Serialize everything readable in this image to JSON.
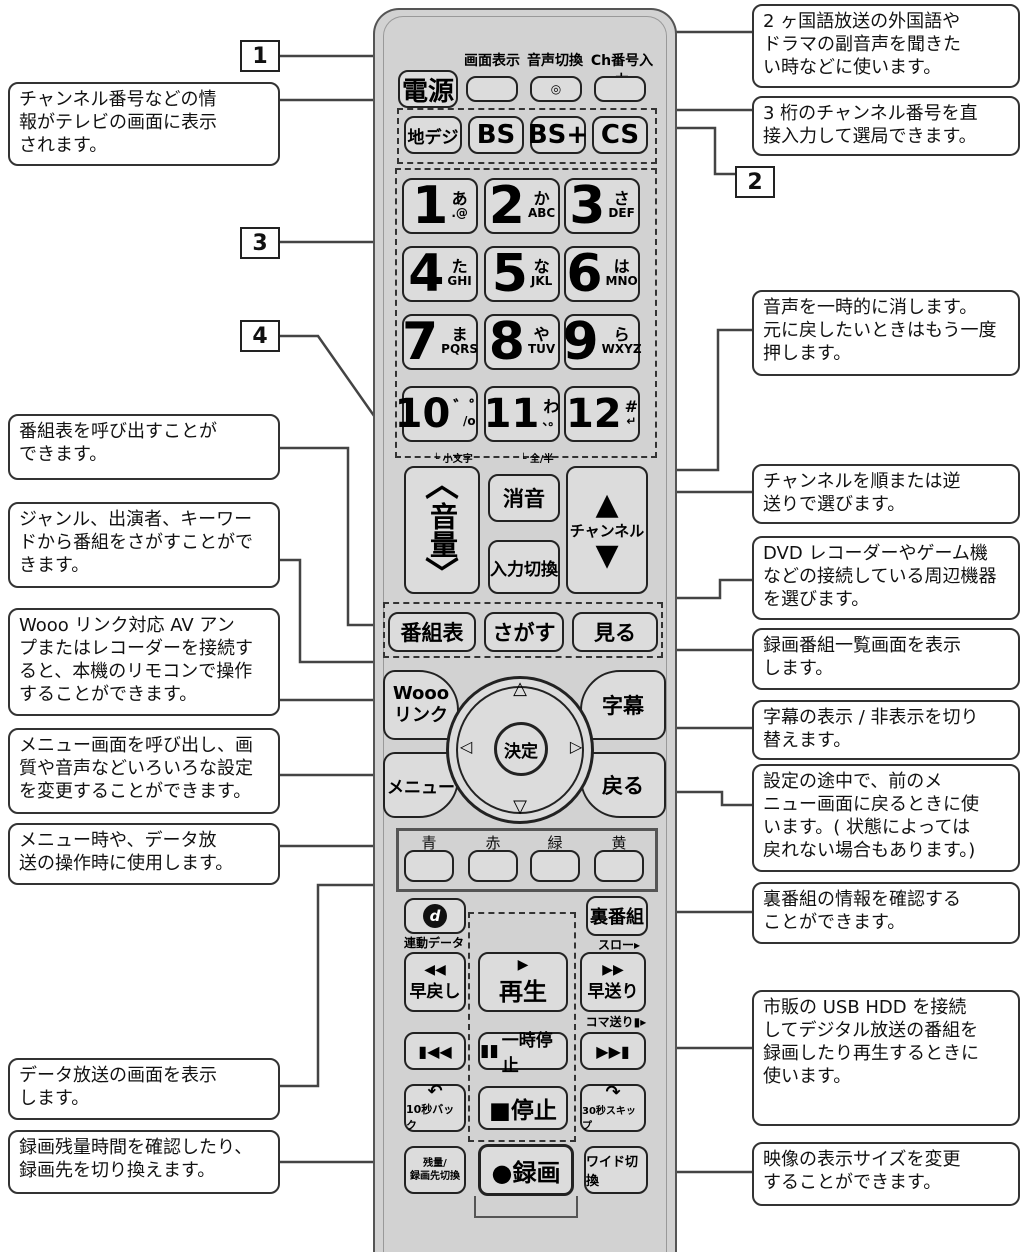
{
  "labels": {
    "n1": "1",
    "n2": "2",
    "n3": "3",
    "n4": "4"
  },
  "callouts": {
    "c_ch_info": "チャンネル番号などの情\n報がテレビの画面に表示\nされます。",
    "c_audio": "2 ヶ国語放送の外国語や\nドラマの副音声を聞きた\nい時などに使います。",
    "c_ch_input": "3 桁のチャンネル番号を直\n接入力して選局できます。",
    "c_mute": "音声を一時的に消します。\n元に戻したいときはもう一度\n押します。",
    "c_guide": "番組表を呼び出すことが\nできます。",
    "c_search": "ジャンル、出演者、キーワー\nドから番組をさがすことがで\nきます。",
    "c_wooo": "Wooo リンク対応 AV アン\nプまたはレコーダーを接続す\nると、本機のリモコンで操作\nすることができます。",
    "c_channel": "チャンネルを順または逆\n送りで選びます。",
    "c_input": "DVD レコーダーやゲーム機\nなどの接続している周辺機器\nを選びます。",
    "c_view": "録画番組一覧画面を表示\nします。",
    "c_subtitle": "字幕の表示 / 非表示を切り\n替えます。",
    "c_menu": "メニュー画面を呼び出し、画\n質や音声などいろいろな設定\nを変更することができます。",
    "c_back": "設定の途中で、前のメ\nニュー画面に戻るときに使\nいます。( 状態によっては\n戻れない場合もあります。)",
    "c_color": "メニュー時や、データ放\n送の操作時に使用します。",
    "c_ura": "裏番組の情報を確認する\nことができます。",
    "c_data": "データ放送の画面を表示\nします。",
    "c_usb": "市販の USB HDD を接続\nしてデジタル放送の番組を\n録画したり再生するときに\n使います。",
    "c_rec_remain": "録画残量時間を確認したり、\n録画先を切り換えます。",
    "c_wide": "映像の表示サイズを変更\nすることができます。"
  },
  "remote": {
    "power": "電源",
    "top_labels": {
      "display": "画面表示",
      "audio": "音声切換",
      "ch_input": "Ch番号入力"
    },
    "bands": {
      "terrestrial": "地デジ",
      "bs": "BS",
      "bsplus": "BS+",
      "cs": "CS"
    },
    "numpad": [
      {
        "n": "1",
        "k": "あ",
        "s": ".@"
      },
      {
        "n": "2",
        "k": "か",
        "s": "ABC"
      },
      {
        "n": "3",
        "k": "さ",
        "s": "DEF"
      },
      {
        "n": "4",
        "k": "た",
        "s": "GHI"
      },
      {
        "n": "5",
        "k": "な",
        "s": "JKL"
      },
      {
        "n": "6",
        "k": "は",
        "s": "MNO"
      },
      {
        "n": "7",
        "k": "ま",
        "s": "PQRS"
      },
      {
        "n": "8",
        "k": "や",
        "s": "TUV"
      },
      {
        "n": "9",
        "k": "ら",
        "s": "WXYZ"
      },
      {
        "n": "10",
        "k": "゛゜",
        "s": "/o"
      },
      {
        "n": "11",
        "k": "わ",
        "s": "、。"
      },
      {
        "n": "12",
        "k": "#",
        "s": "↵"
      }
    ],
    "under_labels": {
      "left": "└ 小文字",
      "right": "└ 全/半"
    },
    "volume": "音量",
    "mute": "消音",
    "channel": "チャンネル",
    "input": "入力切換",
    "guide": "番組表",
    "search": "さがす",
    "view": "見る",
    "wooo": "Wooo\nリンク",
    "subtitle": "字幕",
    "menu": "メニュー",
    "back": "戻る",
    "ok": "決定",
    "colors": {
      "blue": "青",
      "red": "赤",
      "green": "緑",
      "yellow": "黄"
    },
    "data": "連動データ",
    "ura": "裏番組",
    "slow": "スロー▸",
    "rew": "早戻し",
    "play": "再生",
    "ff": "早送り",
    "frame": "コマ送り▮▸",
    "pause": "一時停止",
    "skipback": "10秒バック",
    "stop": "■停止",
    "skipfwd": "30秒スキップ",
    "rec_remain": "残量/\n録画先切換",
    "rec": "●録画",
    "wide": "ワイド切換"
  }
}
